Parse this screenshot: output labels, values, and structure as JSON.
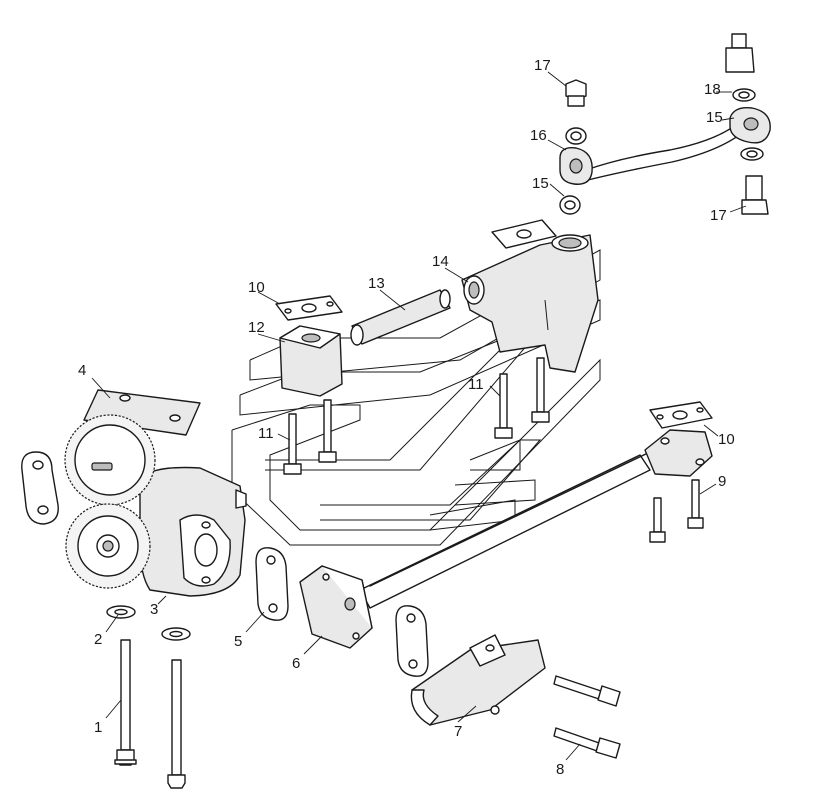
{
  "callouts": {
    "c1": "1",
    "c2": "2",
    "c3": "3",
    "c4": "4",
    "c5": "5",
    "c6": "6",
    "c7": "7",
    "c8": "8",
    "c9": "9",
    "c10a": "10",
    "c10b": "10",
    "c11a": "11",
    "c11b": "11",
    "c12": "12",
    "c13": "13",
    "c14": "14",
    "c15a": "15",
    "c15b": "15",
    "c16": "16",
    "c17a": "17",
    "c17b": "17",
    "c18": "18"
  }
}
